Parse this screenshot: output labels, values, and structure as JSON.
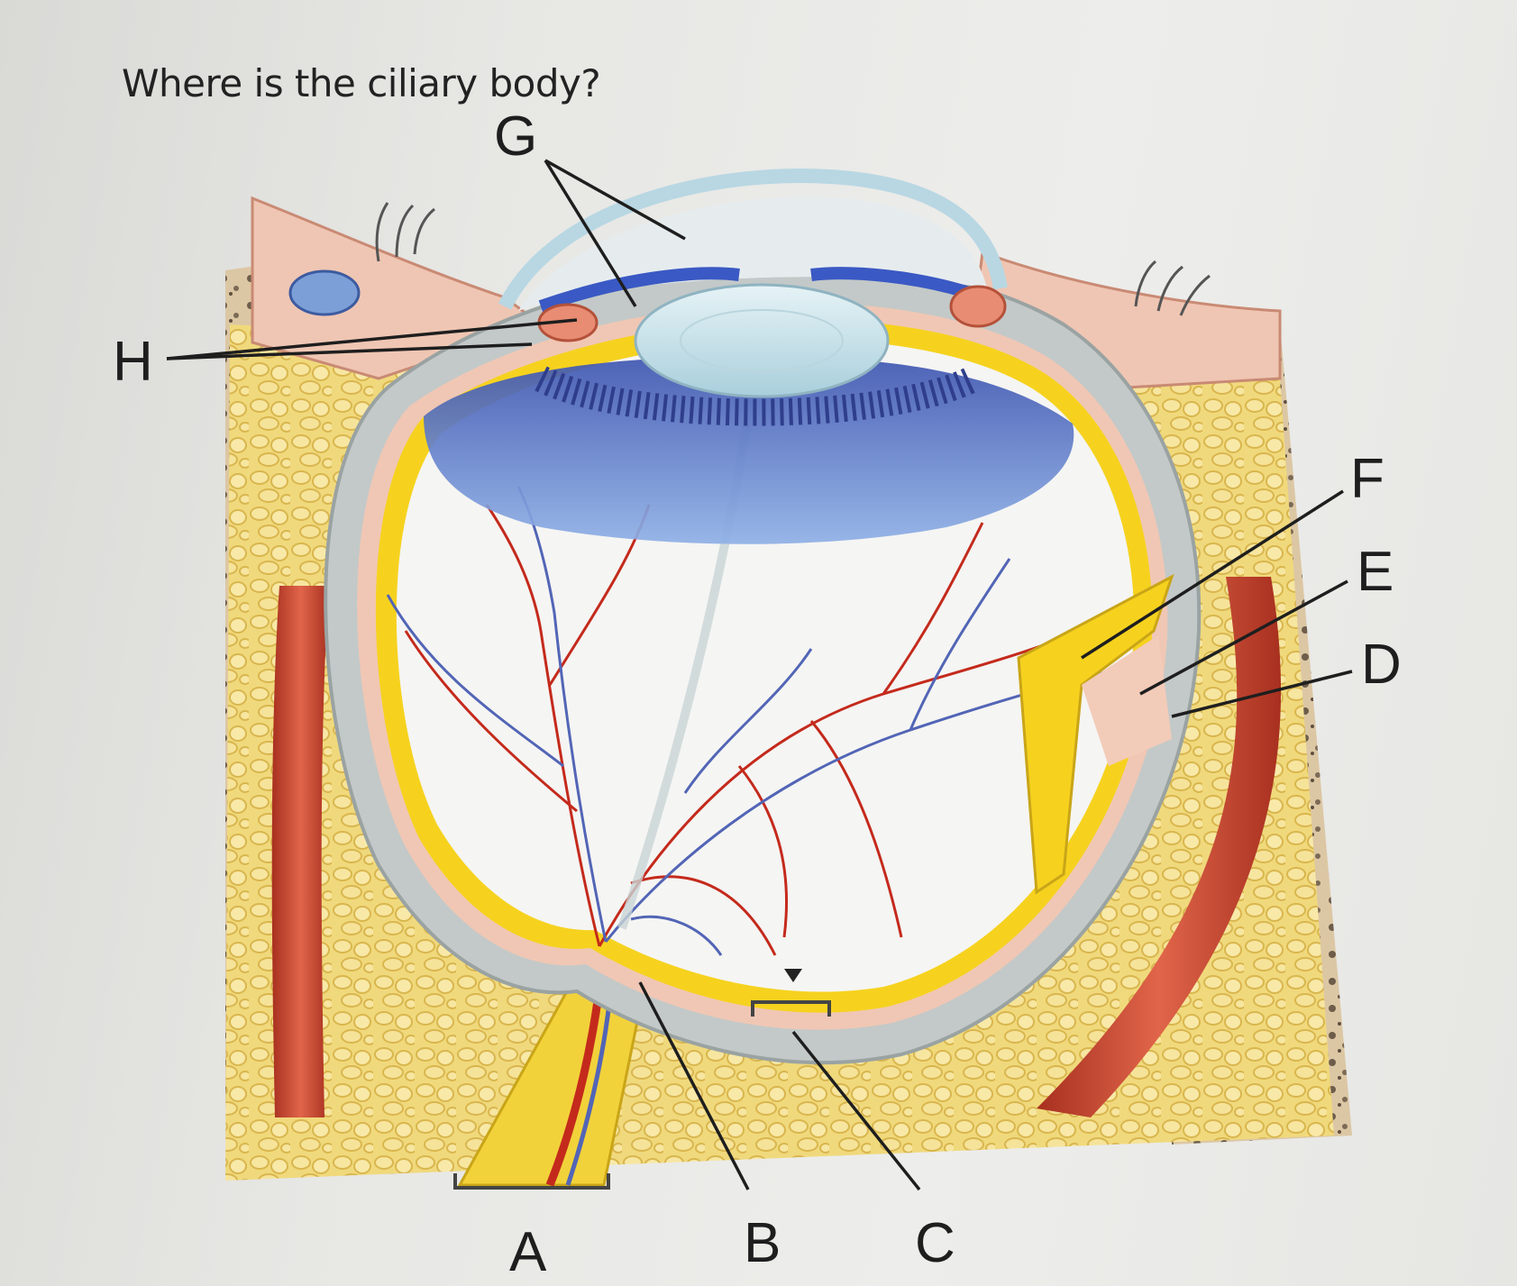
{
  "question": "Where is the ciliary body?",
  "labels": {
    "A": "A",
    "B": "B",
    "C": "C",
    "D": "D",
    "E": "E",
    "F": "F",
    "G": "G",
    "H": "H"
  },
  "colors": {
    "sclera": "#c3c9c8",
    "fat": "#efd77a",
    "muscle": "#c8442f",
    "retina": "#f6d21f",
    "iris": "#5b74c9",
    "lens": "#cfe6ee",
    "artery": "#c42a1c",
    "vein": "#5265b6",
    "bone": "#d9c3a0"
  }
}
